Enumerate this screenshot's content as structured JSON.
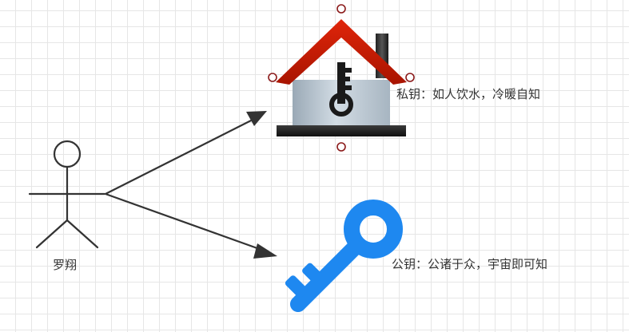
{
  "actor": {
    "label": "罗翔"
  },
  "private_key": {
    "label": "私钥：如人饮水，冷暖自知",
    "icon": "house-with-key-icon"
  },
  "public_key": {
    "label": "公钥：公诸于众，宇宙即可知",
    "icon": "key-icon"
  },
  "colors": {
    "stroke": "#333333",
    "roof": "#cc1a00",
    "house_wall": "#c0ccd6",
    "key_blue": "#1e88f0",
    "selection_handle": "#8b1a1a"
  }
}
